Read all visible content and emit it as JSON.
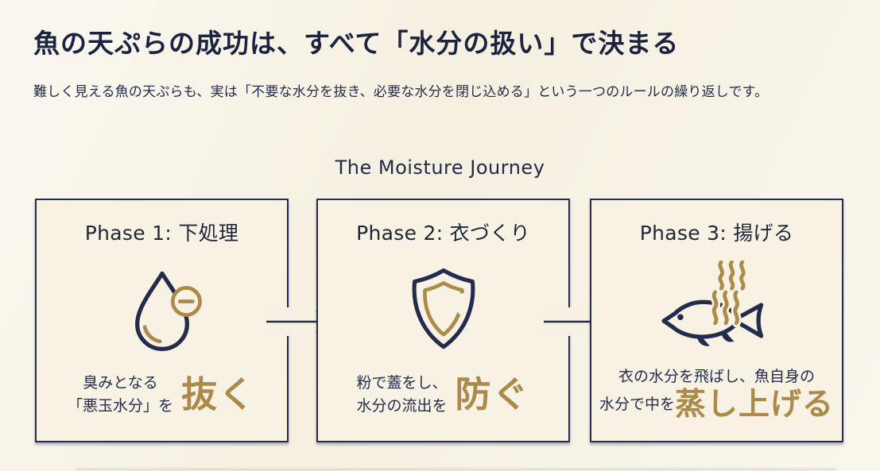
{
  "page": {
    "title": "魚の天ぷらの成功は、すべて「水分の扱い」で決まる",
    "subtitle": "難しく見える魚の天ぷらも、実は「不要な水分を抜き、必要な水分を閉じ込める」という一つのルールの繰り返しです。",
    "section_title": "The Moisture Journey"
  },
  "colors": {
    "background": "#f6f1e3",
    "navy": "#232c4c",
    "gold": "#ab8a4a"
  },
  "phases": [
    {
      "title": "Phase 1: 下処理",
      "icon": "water-drop-minus-icon",
      "description_lines": [
        "臭みとなる",
        "「悪玉水分」を"
      ],
      "action": "抜く"
    },
    {
      "title": "Phase 2: 衣づくり",
      "icon": "shield-icon",
      "description_lines": [
        "粉で蓋をし、",
        "水分の流出を"
      ],
      "action": "防ぐ"
    },
    {
      "title": "Phase 3: 揚げる",
      "icon": "steaming-fish-icon",
      "description_lines": [
        "衣の水分を飛ばし、魚自身の",
        "水分で中を"
      ],
      "action": "蒸し上げる"
    }
  ]
}
